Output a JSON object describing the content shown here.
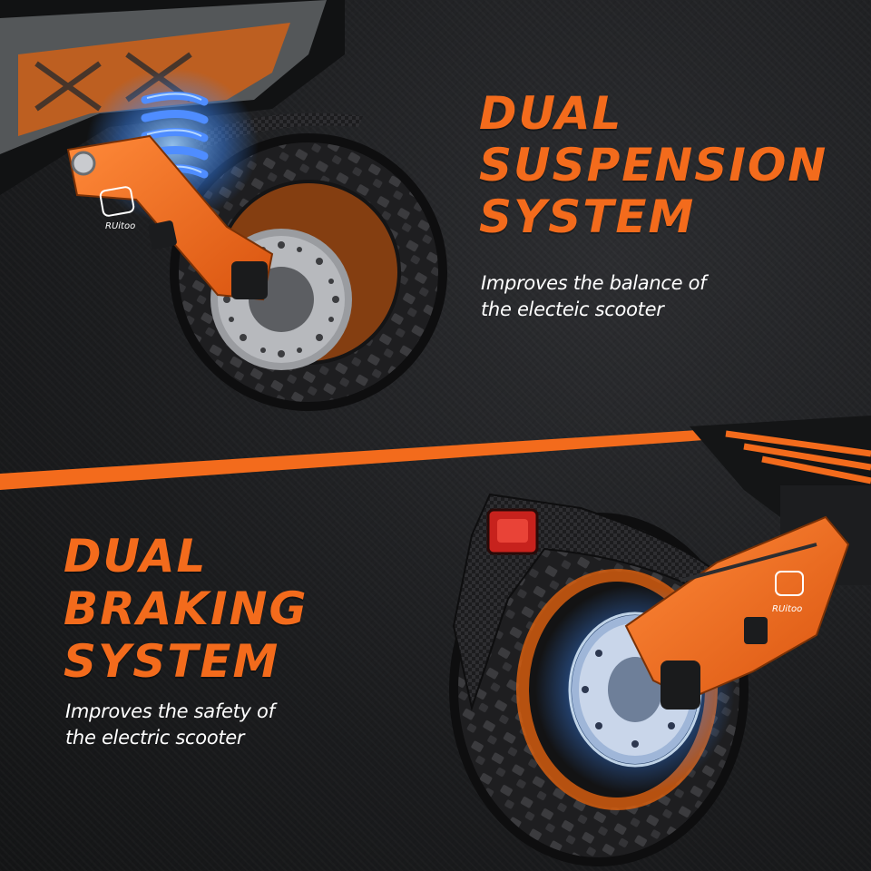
{
  "colors": {
    "accent_orange": "#F36B1C",
    "background": "#1B1C1E",
    "text_white": "#FFFFFF",
    "glow_blue": "#3D8BFF"
  },
  "suspension": {
    "title_lines": [
      "DUAL",
      "SUSPENSION",
      "SYSTEM"
    ],
    "subtitle_lines": [
      "Improves the balance of",
      "the electeic scooter"
    ]
  },
  "braking": {
    "title_lines": [
      "DUAL",
      "BRAKING",
      "SYSTEM"
    ],
    "subtitle_lines": [
      "Improves the safety of",
      "the electric scooter"
    ]
  },
  "brand_logo_text": "RUitoo",
  "icons": [
    "front-wheel-illustration",
    "rear-wheel-illustration",
    "suspension-spring-icon",
    "brake-disc-icon"
  ]
}
